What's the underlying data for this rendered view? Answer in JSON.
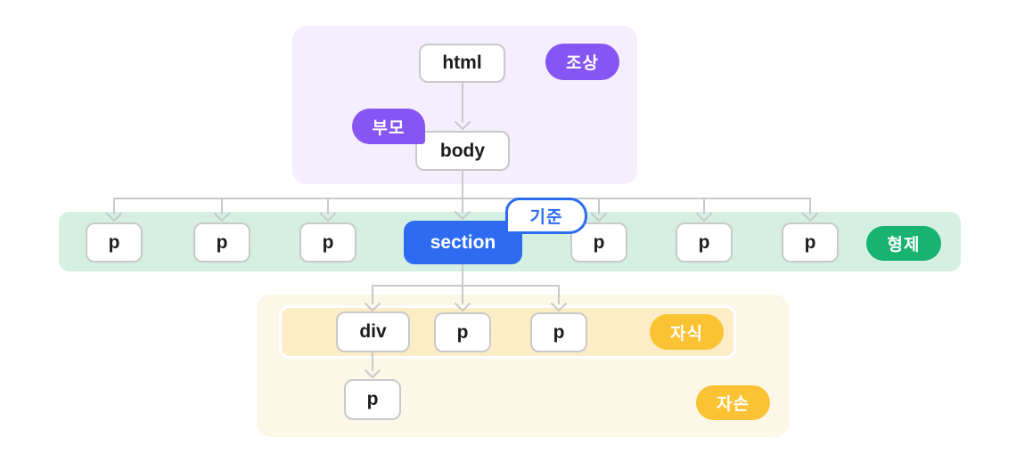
{
  "nodes": {
    "html": "html",
    "body": "body",
    "section": "section",
    "div": "div",
    "p": "p"
  },
  "labels": {
    "ancestor": "조상",
    "parent": "부모",
    "reference": "기준",
    "sibling": "형제",
    "child": "자식",
    "descendant": "자손"
  },
  "colors": {
    "violet_badge": "#8655f3",
    "violet_region": "#f4eefe",
    "green_badge": "#18b36f",
    "green_region": "#d5f0e2",
    "blue_node": "#2d6cf0",
    "amber_badge": "#fbc333",
    "amber_region": "#fcedc6",
    "cream_region": "#fdf7e8",
    "connector_line": "#c9c9c9",
    "node_border": "#c9c9c9"
  }
}
